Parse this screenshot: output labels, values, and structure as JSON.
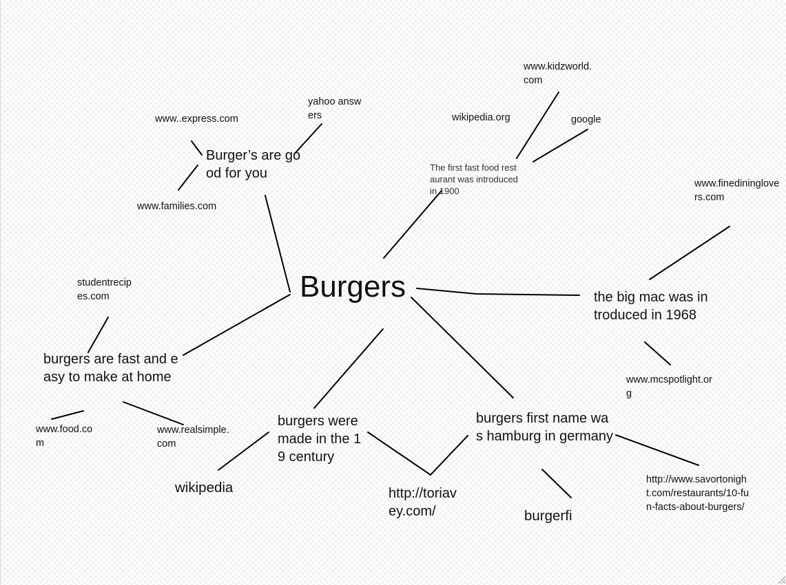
{
  "central": "Burgers",
  "topics": {
    "good": "Burger’s are good for you",
    "first_restaurant": "The first fast food restaurant was introduced in 1900",
    "bigmac": "the big mac was introduced in 1968",
    "fast_easy": "burgers are fast and easy to make at home",
    "made_19": "burgers were made in the 19 century",
    "hamburg": "burgers first name was hamburg in germany"
  },
  "sources": {
    "express": "www..express.com",
    "yahoo": "yahoo answers",
    "families": "www.families.com",
    "kidzworld": "www.kidzworld.com",
    "wikipedia_org": "wikipedia.org",
    "google": "google",
    "finedining": "www.finedininglovers.com",
    "mcspotlight": "www.mcspotlight.org",
    "studentrecipes": "studentrecipes.com",
    "food": "www.food.com",
    "realsimple": "www.realsimple.com",
    "wikipedia": "wikipedia",
    "toriavey": "http://toriavey.com/",
    "burgerfi": "burgerfi",
    "savortonight": "http://www.savortonight.com/restaurants/10-fun-facts-about-burgers/"
  }
}
